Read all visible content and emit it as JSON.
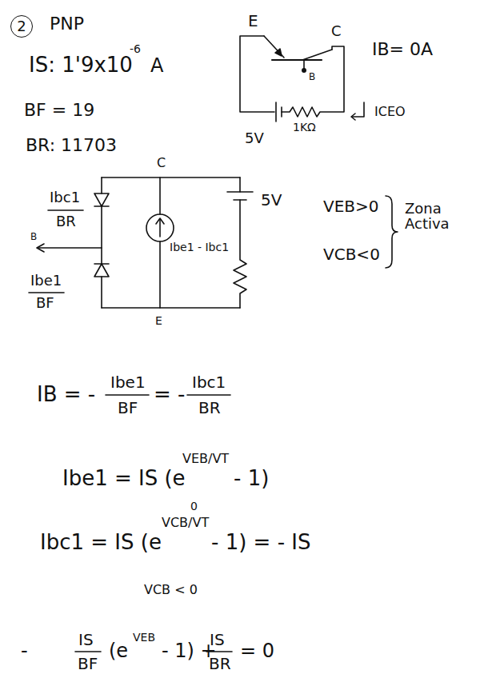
{
  "diagram": {
    "nodes": [
      {
        "text": [
          "2"
        ]
      }
    ],
    "labels": [
      "PNP",
      "IS: 1'9x10",
      "-6",
      "A",
      "BF = 19",
      "BR: 11703",
      "E",
      "C",
      "B",
      "IB= 0A",
      "5V",
      "1KΩ",
      "ICEO",
      "C",
      "Ibc1",
      "BR",
      "B",
      "Ibe1",
      "BF",
      "Ibe1 - Ibc1",
      "5V",
      "E",
      "VEB>0",
      "VCB<0",
      "Zona Activa",
      "IB = -",
      "Ibe1",
      "BF",
      "= -",
      "Ibc1",
      "BR",
      "Ibe1 = IS (e",
      "VEB/VT",
      "- 1)",
      "Ibc1 = IS (e",
      "VCB/VT",
      "- 1) = - IS",
      "0",
      "VCB < 0",
      "-",
      "IS",
      "BF",
      "(e",
      "VEB",
      "- 1) +",
      "IS",
      "BR",
      "= 0"
    ]
  }
}
